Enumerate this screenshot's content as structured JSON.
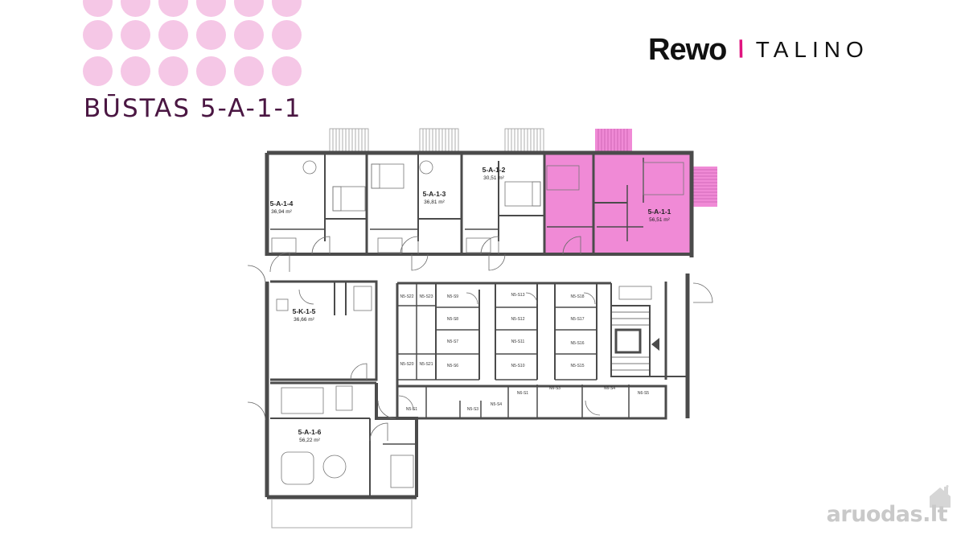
{
  "header": {
    "title": "BŪSTAS 5-A-1-1"
  },
  "brand": {
    "name_bold": "Rewo",
    "separator": "\\",
    "name_light": "TALINO"
  },
  "colors": {
    "highlight": "#f08ad6",
    "dots": "#f5c7e6",
    "title": "#4a1642",
    "slash": "#e0147f",
    "walls": "#4b4b4b"
  },
  "floorplan": {
    "units": {
      "a114": {
        "name": "5-A-1-4",
        "area": "36,94 m²"
      },
      "a113": {
        "name": "5-A-1-3",
        "area": "36,81 m²"
      },
      "a112": {
        "name": "5-A-1-2",
        "area": "30,51 m²"
      },
      "a111": {
        "name": "5-A-1-1",
        "area": "56,51 m²"
      },
      "k115": {
        "name": "5-K-1-5",
        "area": "36,66 m²"
      },
      "a116": {
        "name": "5-A-1-6",
        "area": "56,22 m²"
      }
    },
    "storage": {
      "s22": "N5-S22",
      "s23": "N5-S23",
      "s9": "N5-S9",
      "s13": "N5-S13",
      "s18": "N5-S18",
      "s8": "N5-S8",
      "s12": "N5-S12",
      "s17": "N5-S17",
      "s7": "N5-S7",
      "s11": "N5-S11",
      "s16": "N5-S16",
      "s20": "N5-S20",
      "s21": "N5-S21",
      "s6": "N5-S6",
      "s10": "N5-S10",
      "s15": "N5-S15",
      "s4": "N5-S4",
      "n6s1": "N6-S1",
      "n6s3": "N6-S3",
      "n6s4": "N6-S4",
      "n6s5": "N6-S5",
      "s1": "N5-S1",
      "s3": "N5-S3"
    }
  },
  "watermark": {
    "text": "aruodas.lt"
  }
}
